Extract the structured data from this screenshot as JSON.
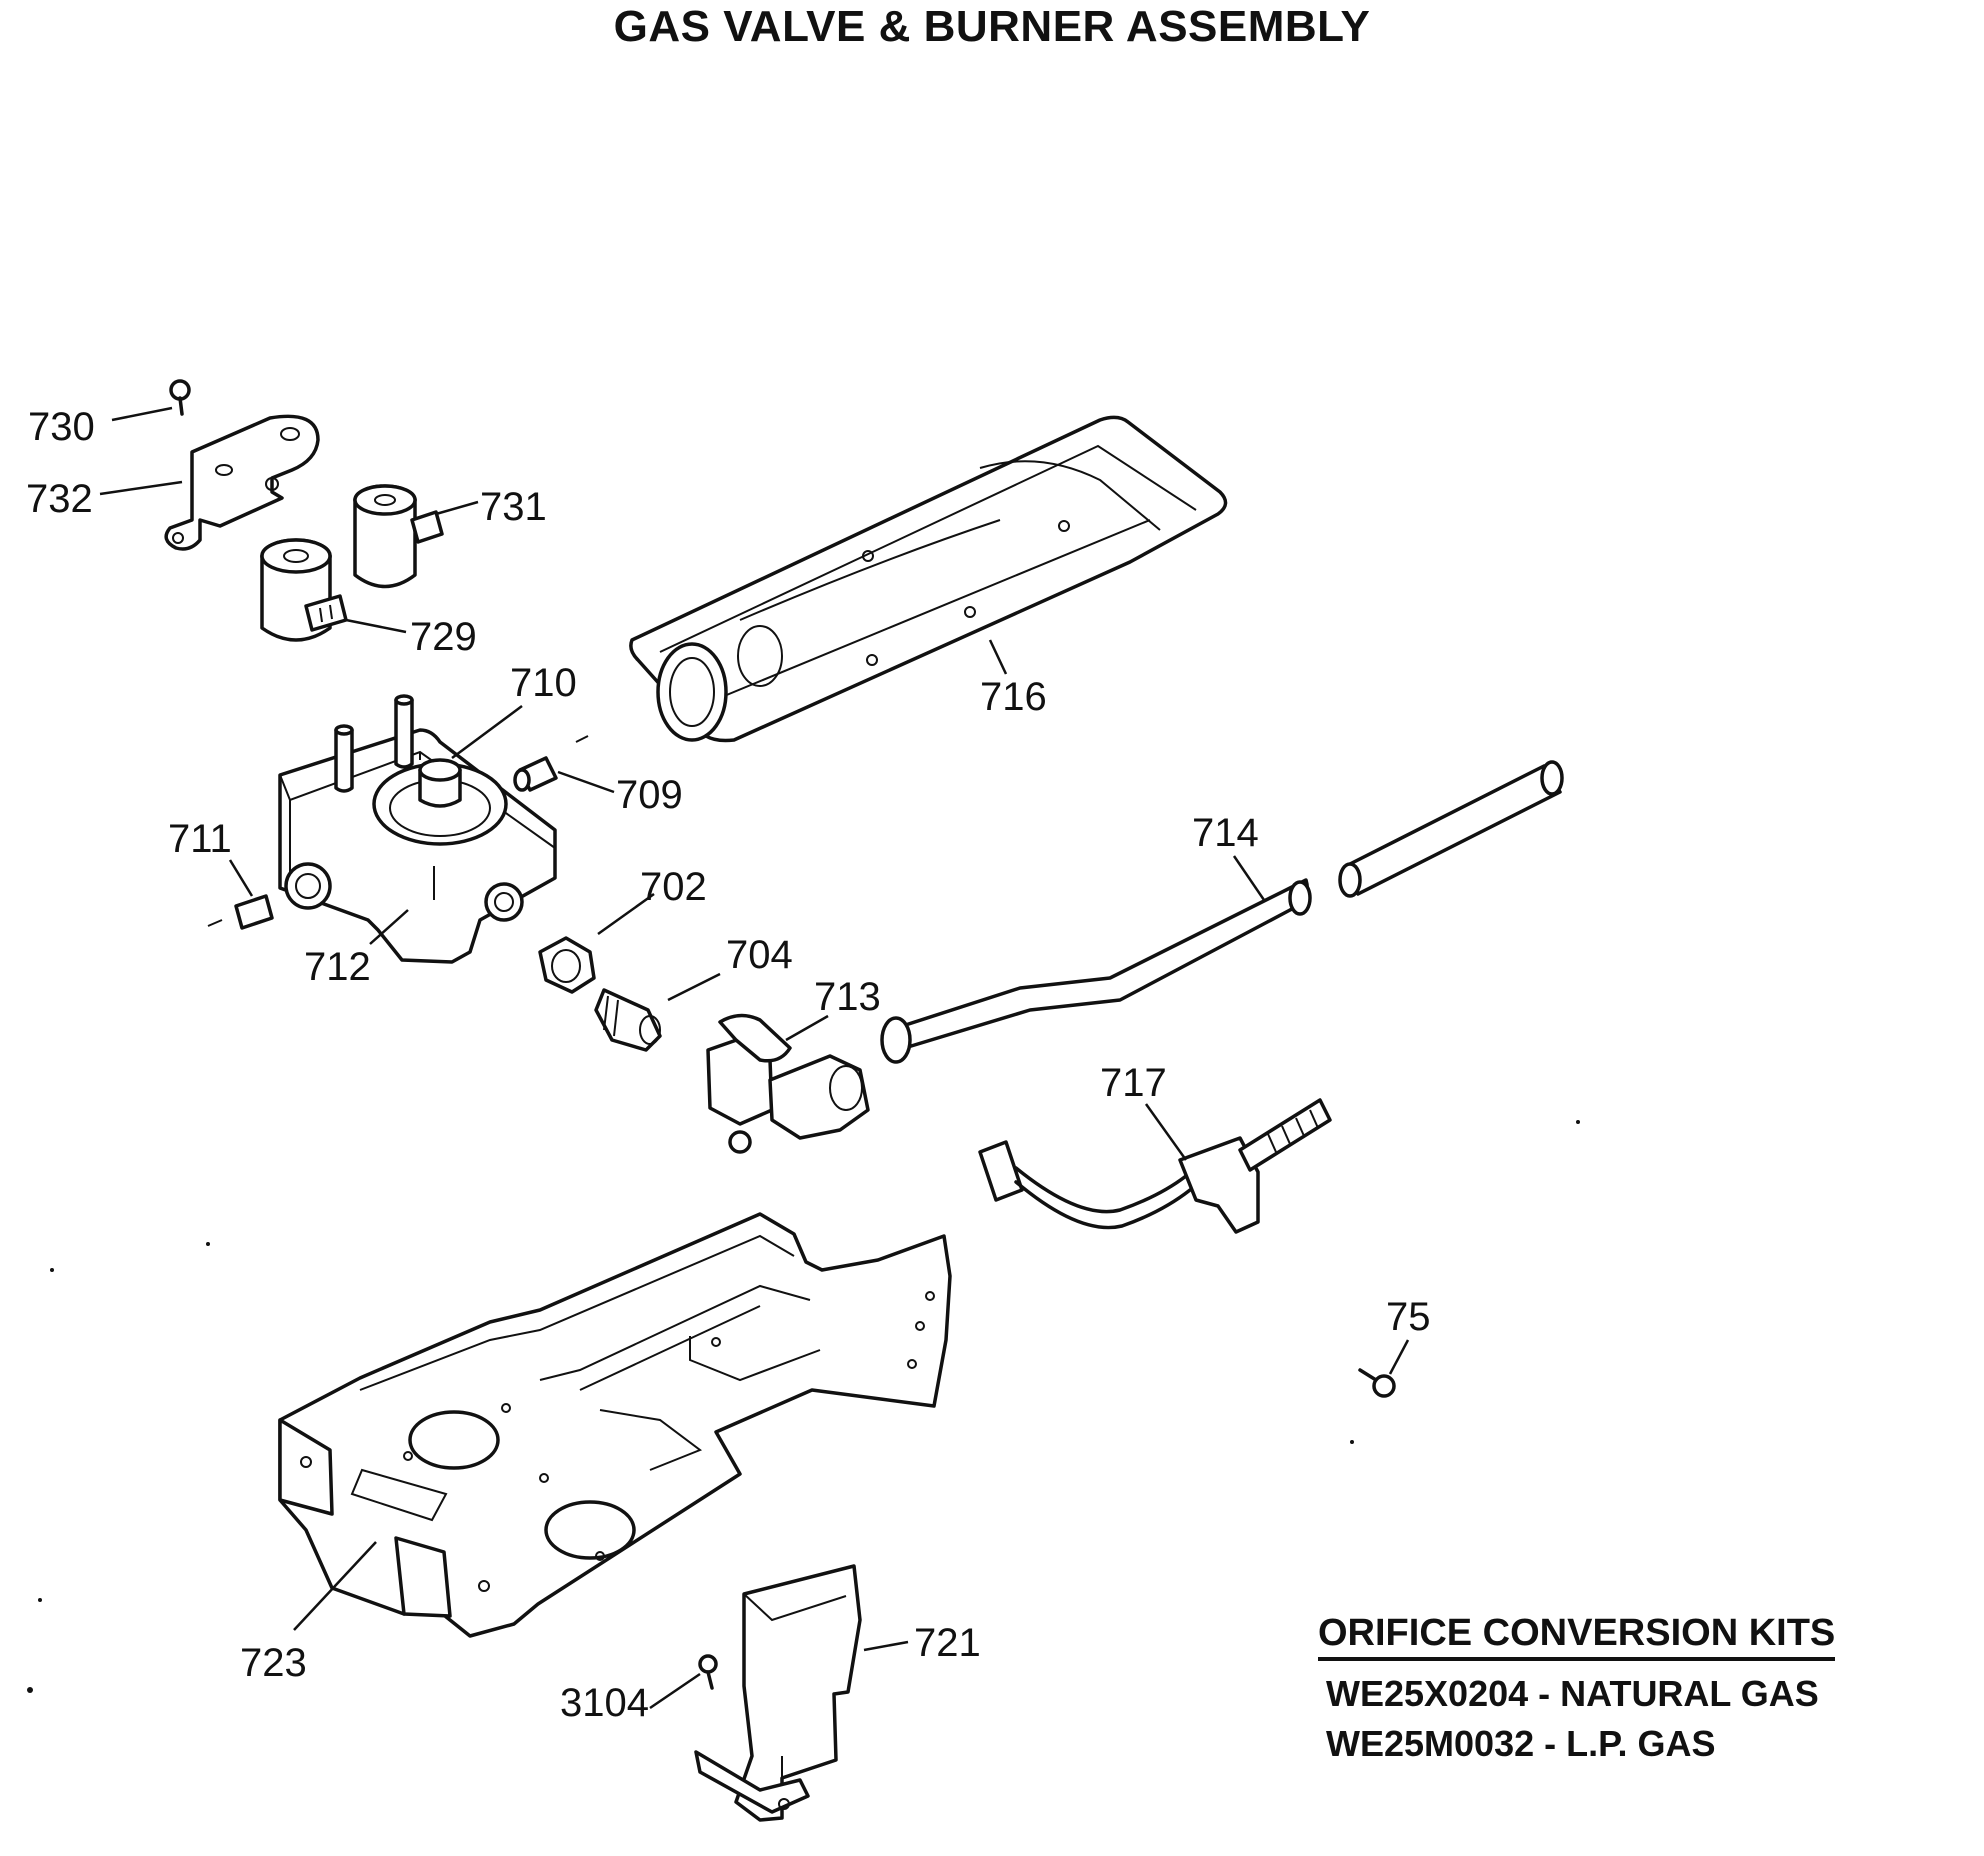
{
  "title": "GAS VALVE & BURNER ASSEMBLY",
  "callouts": [
    {
      "id": "730"
    },
    {
      "id": "732"
    },
    {
      "id": "731"
    },
    {
      "id": "729"
    },
    {
      "id": "710"
    },
    {
      "id": "709"
    },
    {
      "id": "711"
    },
    {
      "id": "712"
    },
    {
      "id": "702"
    },
    {
      "id": "704"
    },
    {
      "id": "713"
    },
    {
      "id": "714"
    },
    {
      "id": "716"
    },
    {
      "id": "717"
    },
    {
      "id": "75"
    },
    {
      "id": "723"
    },
    {
      "id": "721"
    },
    {
      "id": "3104"
    }
  ],
  "kits": {
    "heading": "ORIFICE CONVERSION KITS",
    "items": [
      {
        "text": "WE25X0204 - NATURAL GAS"
      },
      {
        "text": "WE25M0032 - L.P. GAS"
      }
    ]
  }
}
